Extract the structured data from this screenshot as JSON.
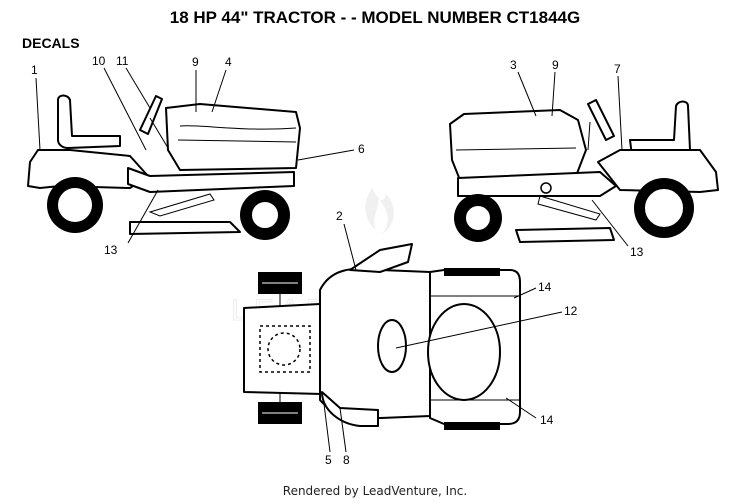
{
  "title": "18 HP 44\" TRACTOR - - MODEL NUMBER CT1844G",
  "section": "DECALS",
  "footer": "Rendered by LeadVenture, Inc.",
  "watermark": "LEADVENTURE",
  "callouts": {
    "left": {
      "c1": "1",
      "c10": "10",
      "c11": "11",
      "c9": "9",
      "c4": "4",
      "c6": "6",
      "c13": "13"
    },
    "right": {
      "c3": "3",
      "c9": "9",
      "c7": "7",
      "c13": "13"
    },
    "bottom": {
      "c2": "2",
      "c14a": "14",
      "c12": "12",
      "c14b": "14",
      "c5": "5",
      "c8": "8"
    }
  }
}
